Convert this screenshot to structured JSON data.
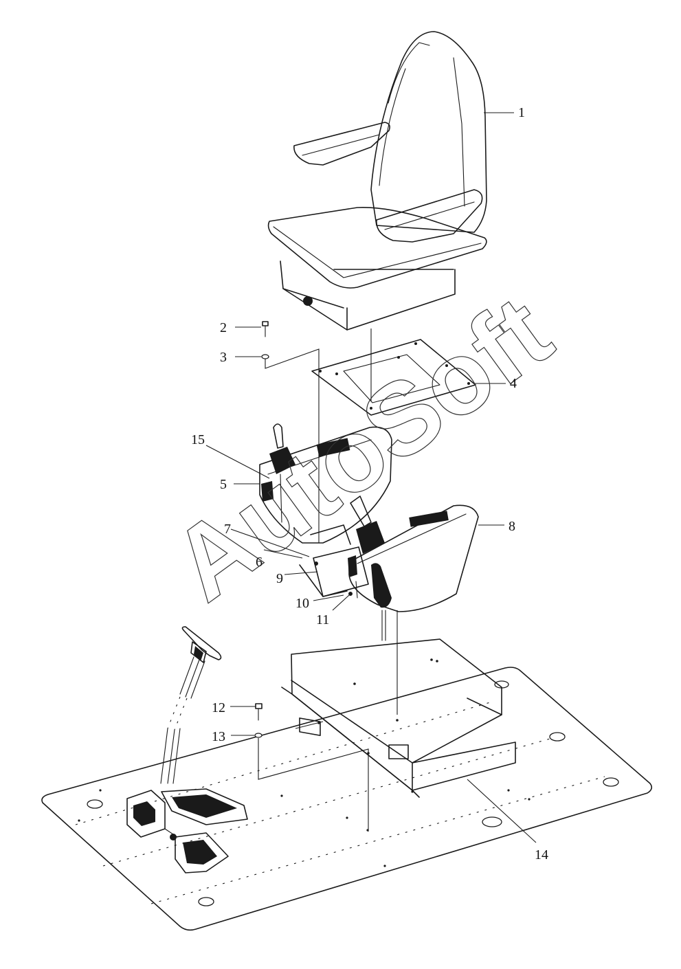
{
  "watermark": "AutoSoft",
  "callouts": [
    {
      "id": "c1",
      "label": "1"
    },
    {
      "id": "c2",
      "label": "2"
    },
    {
      "id": "c3",
      "label": "3"
    },
    {
      "id": "c4",
      "label": "4"
    },
    {
      "id": "c5",
      "label": "5"
    },
    {
      "id": "c6",
      "label": "6"
    },
    {
      "id": "c7",
      "label": "7"
    },
    {
      "id": "c8",
      "label": "8"
    },
    {
      "id": "c9",
      "label": "9"
    },
    {
      "id": "c10",
      "label": "10"
    },
    {
      "id": "c11",
      "label": "11"
    },
    {
      "id": "c12",
      "label": "12"
    },
    {
      "id": "c13",
      "label": "13"
    },
    {
      "id": "c14",
      "label": "14"
    },
    {
      "id": "c15",
      "label": "15"
    }
  ]
}
